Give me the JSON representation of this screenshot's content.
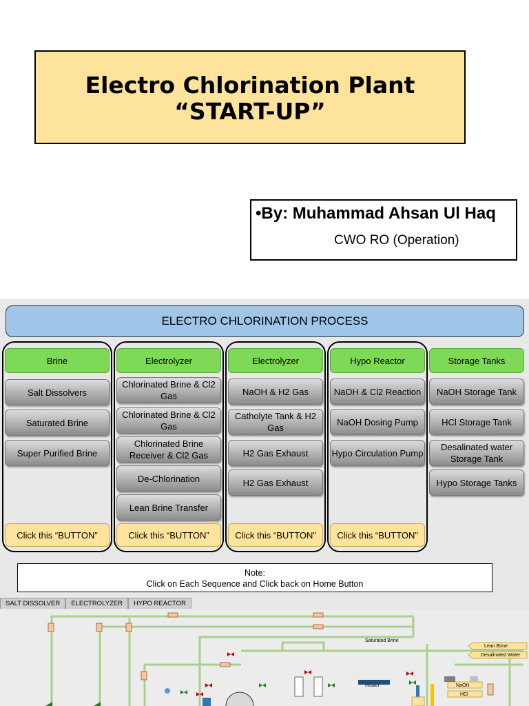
{
  "slide": {
    "title_line1": "Electro Chlorination Plant",
    "title_line2": "“START-UP”",
    "author": "By: Muhammad Ahsan Ul Haq",
    "role": "CWO RO (Operation)",
    "author_bullet": "•"
  },
  "process": {
    "header": "ELECTRO CHLORINATION PROCESS",
    "columns": [
      {
        "heading": "Brine",
        "items": [
          "Salt Dissolvers",
          "Saturated Brine",
          "Super Purified Brine"
        ],
        "button": "Click this “BUTTON”"
      },
      {
        "heading": "Electrolyzer",
        "items": [
          "Chlorinated Brine & Cl2 Gas",
          "Chlorinated Brine & Cl2 Gas",
          "Chlorinated Brine Receiver  & Cl2 Gas",
          "De-Chlorination",
          "Lean Brine Transfer"
        ],
        "button": "Click this “BUTTON”"
      },
      {
        "heading": "Electrolyzer",
        "items": [
          "NaOH & H2 Gas",
          "Catholyte Tank & H2 Gas",
          "H2 Gas Exhaust",
          "H2 Gas Exhaust"
        ],
        "button": "Click this “BUTTON”"
      },
      {
        "heading": "Hypo Reactor",
        "items": [
          "NaOH & Cl2 Reaction",
          "NaOH Dosing Pump",
          "Hypo Circulation Pump"
        ],
        "button": "Click this “BUTTON”"
      },
      {
        "heading": "Storage Tanks",
        "items": [
          "NaOH Storage Tank",
          "HCl Storage Tank",
          "Desalinated water Storage Tank",
          "Hypo Storage Tanks"
        ]
      }
    ],
    "note_title": "Note:",
    "note_text": "Click on Each Sequence and Click back on Home Button"
  },
  "tabs": [
    "SALT DISSOLVER",
    "ELECTROLYZER",
    "HYPO REACTOR"
  ],
  "diagram_labels": {
    "saturated_brine": "Saturated Brine",
    "lean_brine": "Lean Brine",
    "desalinated_water": "Desalinated Water",
    "heater": "Heater",
    "naoh": "NaOH",
    "hcl": "HCl"
  },
  "colors": {
    "title_bg": "#fde39c",
    "header_bg": "#9fc5e8",
    "heading_green": "#7ed957",
    "button_yellow": "#fde39c",
    "pipe_green": "#a8d08d"
  }
}
